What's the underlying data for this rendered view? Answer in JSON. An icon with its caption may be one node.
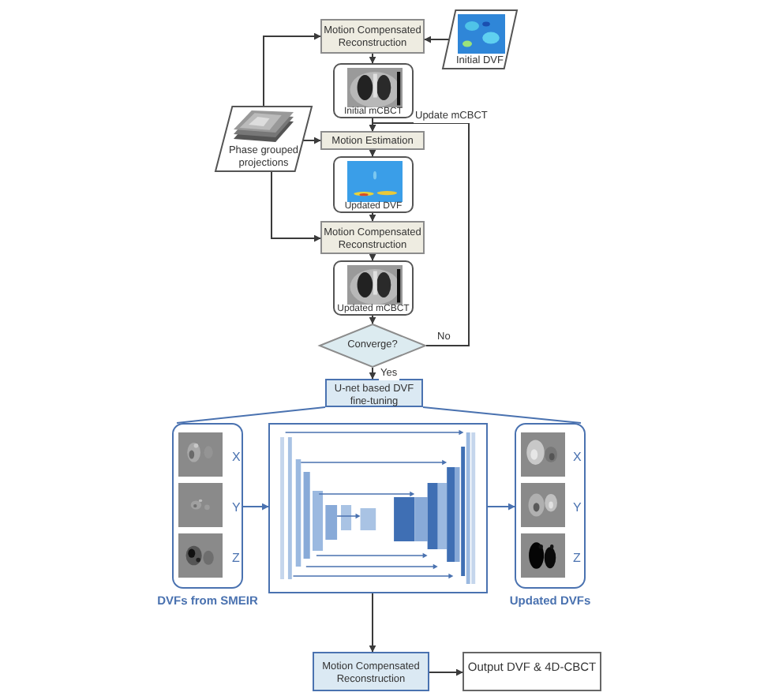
{
  "diagram": {
    "nodes": [
      {
        "text": [
          "Motion Compensated Reconstruction"
        ]
      },
      {
        "text": [
          "Initial DVF"
        ]
      },
      {
        "text": [
          "Initial mCBCT"
        ]
      },
      {
        "text": [
          "Phase grouped projections"
        ]
      },
      {
        "text": [
          "Motion Estimation"
        ]
      },
      {
        "text": [
          "Updated DVF"
        ]
      },
      {
        "text": [
          "Motion Compensated Reconstruction"
        ]
      },
      {
        "text": [
          "Updated mCBCT"
        ]
      },
      {
        "text": [
          "Converge?"
        ]
      },
      {
        "text": [
          "U-net based DVF fine-tuning"
        ]
      },
      {
        "text": [
          "DVFs from SMEIR"
        ]
      },
      {
        "text": [],
        "shape": "box"
      },
      {
        "text": [
          "Updated DVFs"
        ]
      },
      {
        "text": [
          "Motion Compensated Reconstruction"
        ]
      },
      {
        "text": [
          "Output DVF & 4D-CBCT"
        ]
      }
    ],
    "edges": [
      {
        "from": 1,
        "to": 0,
        "arrow": "to"
      },
      {
        "from": 3,
        "to": 0,
        "arrow": "to"
      },
      {
        "from": 0,
        "to": 2,
        "arrow": "to"
      },
      {
        "from": 2,
        "to": 4,
        "arrow": "to"
      },
      {
        "from": 3,
        "to": 4,
        "arrow": "to"
      },
      {
        "from": 4,
        "to": 5,
        "arrow": "to"
      },
      {
        "from": 5,
        "to": 6,
        "arrow": "to"
      },
      {
        "from": 3,
        "to": 6,
        "arrow": "to"
      },
      {
        "from": 6,
        "to": 7,
        "arrow": "to"
      },
      {
        "from": 7,
        "to": 8,
        "arrow": "to"
      },
      {
        "from": 8,
        "to": 4,
        "arrow": "to",
        "label": "No"
      },
      {
        "from": 8,
        "to": 9,
        "arrow": "to",
        "label": "Yes"
      },
      {
        "from": 9,
        "to": 10,
        "arrow": "none",
        "color": "#4a72b0"
      },
      {
        "from": 9,
        "to": 12,
        "arrow": "none",
        "color": "#4a72b0"
      },
      {
        "from": 10,
        "to": 11,
        "arrow": "to",
        "color": "#4a72b0"
      },
      {
        "from": 11,
        "to": 12,
        "arrow": "to",
        "color": "#4a72b0"
      },
      {
        "from": 11,
        "to": 13,
        "arrow": "to"
      },
      {
        "from": 13,
        "to": 14,
        "arrow": "to"
      }
    ],
    "labels": [
      "Update mCBCT",
      "X",
      "Y",
      "Z",
      "X",
      "Y",
      "Z"
    ]
  }
}
